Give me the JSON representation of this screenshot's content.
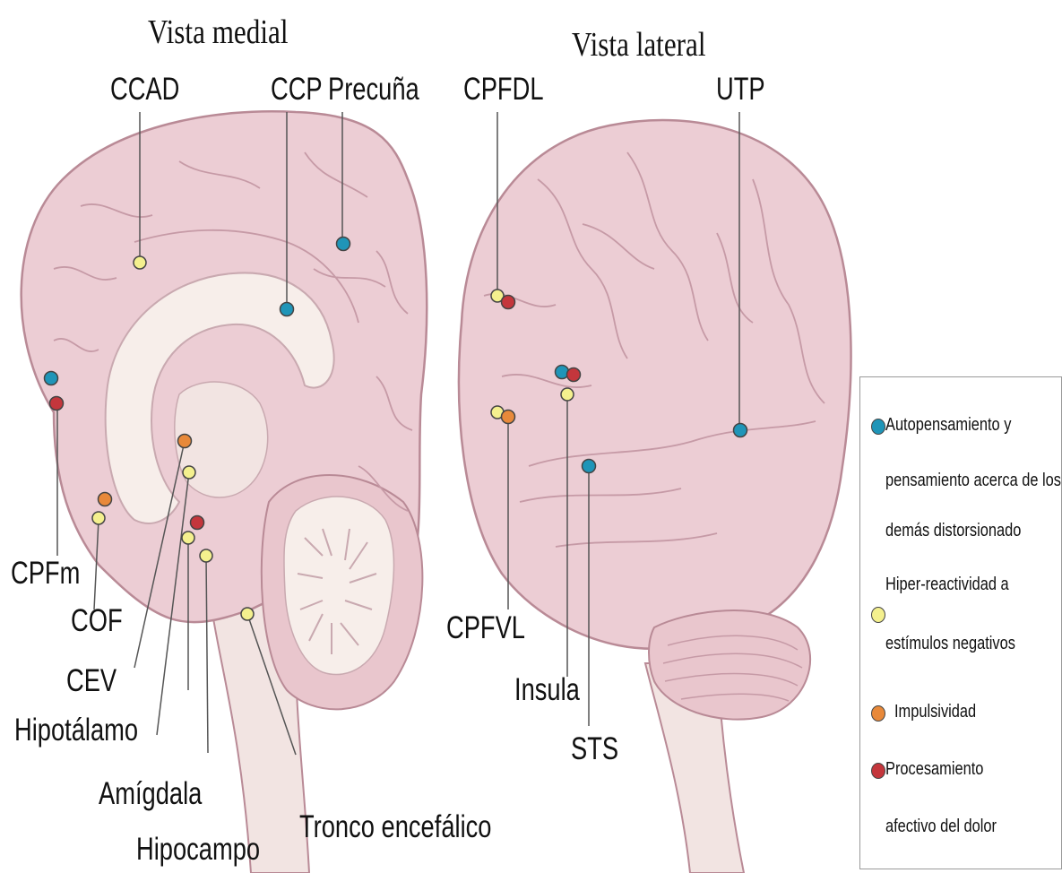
{
  "titles": {
    "medial": "Vista medial",
    "lateral": "Vista lateral"
  },
  "labels": {
    "ccad": "CCAD",
    "ccp": "CCP",
    "precuna": "Precuña",
    "cpfdl": "CPFDL",
    "utp": "UTP",
    "cpfm": "CPFm",
    "cof": "COF",
    "cev": "CEV",
    "hipotalamo": "Hipotálamo",
    "amigdala": "Amígdala",
    "hipocampo": "Hipocampo",
    "tronco": "Tronco encefálico",
    "cpfvl": "CPFVL",
    "insula": "Insula",
    "sts": "STS"
  },
  "legend": {
    "items": [
      {
        "key": "blue",
        "lines": [
          "Autopensamiento y",
          "pensamiento acerca de los",
          "demás distorsionado"
        ]
      },
      {
        "key": "yellow",
        "lines": [
          "Hiper-reactividad a",
          "estímulos negativos"
        ]
      },
      {
        "key": "orange",
        "lines": [
          "Impulsividad"
        ]
      },
      {
        "key": "red",
        "lines": [
          "Procesamiento",
          "afectivo del dolor"
        ]
      }
    ]
  },
  "colors": {
    "blue": "#1f95b8",
    "yellow": "#f4f08e",
    "orange": "#e8893a",
    "red": "#c4363c",
    "brain_fill": "#eccdd4",
    "brain_stroke": "#b98a96",
    "white_matter": "#f7eeea",
    "stem_fill": "#f2e4e2"
  }
}
